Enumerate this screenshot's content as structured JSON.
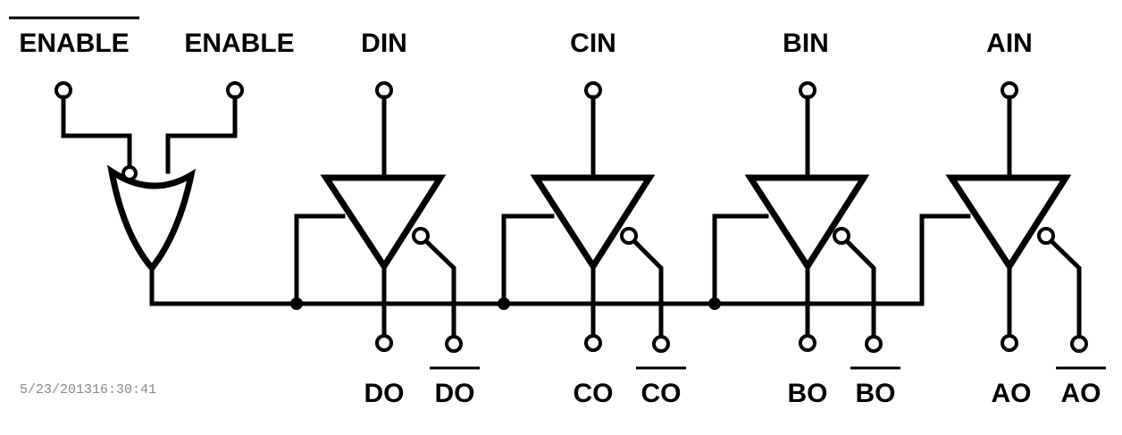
{
  "labels": {
    "enable_bar": "ENABLE",
    "enable": "ENABLE",
    "din": "DIN",
    "cin": "CIN",
    "bin": "BIN",
    "ain": "AIN",
    "do": "DO",
    "do_bar": "DO",
    "co": "CO",
    "co_bar": "CO",
    "bo": "BO",
    "bo_bar": "BO",
    "ao": "AO",
    "ao_bar": "AO"
  },
  "timestamp": "5/23/201316:30:41"
}
